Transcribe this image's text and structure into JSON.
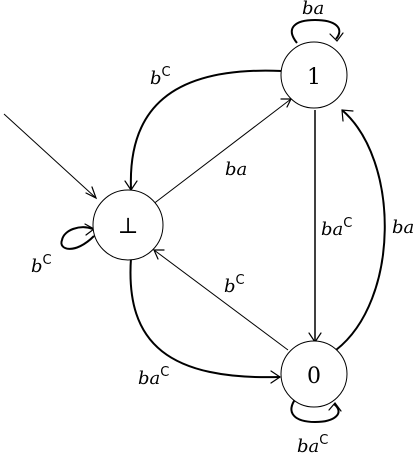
{
  "states": [
    {
      "id": "bottom",
      "label": "⊥"
    },
    {
      "id": "one",
      "label": "1"
    },
    {
      "id": "zero",
      "label": "0"
    }
  ],
  "initial_state": "bottom",
  "transitions": [
    {
      "id": "one_to_bottom",
      "from": "1",
      "to": "⊥",
      "base": "b",
      "sup": "C"
    },
    {
      "id": "bottom_to_one",
      "from": "⊥",
      "to": "1",
      "base": "ba",
      "sup": ""
    },
    {
      "id": "one_to_zero",
      "from": "1",
      "to": "0",
      "base": "ba",
      "sup": "C"
    },
    {
      "id": "zero_to_one",
      "from": "0",
      "to": "1",
      "base": "ba",
      "sup": ""
    },
    {
      "id": "zero_to_bottom",
      "from": "0",
      "to": "⊥",
      "base": "b",
      "sup": "C"
    },
    {
      "id": "bottom_to_zero",
      "from": "⊥",
      "to": "0",
      "base": "ba",
      "sup": "C"
    },
    {
      "id": "loop_one",
      "from": "1",
      "to": "1",
      "base": "ba",
      "sup": ""
    },
    {
      "id": "loop_bottom",
      "from": "⊥",
      "to": "⊥",
      "base": "b",
      "sup": "C"
    },
    {
      "id": "loop_zero",
      "from": "0",
      "to": "0",
      "base": "ba",
      "sup": "C"
    }
  ]
}
